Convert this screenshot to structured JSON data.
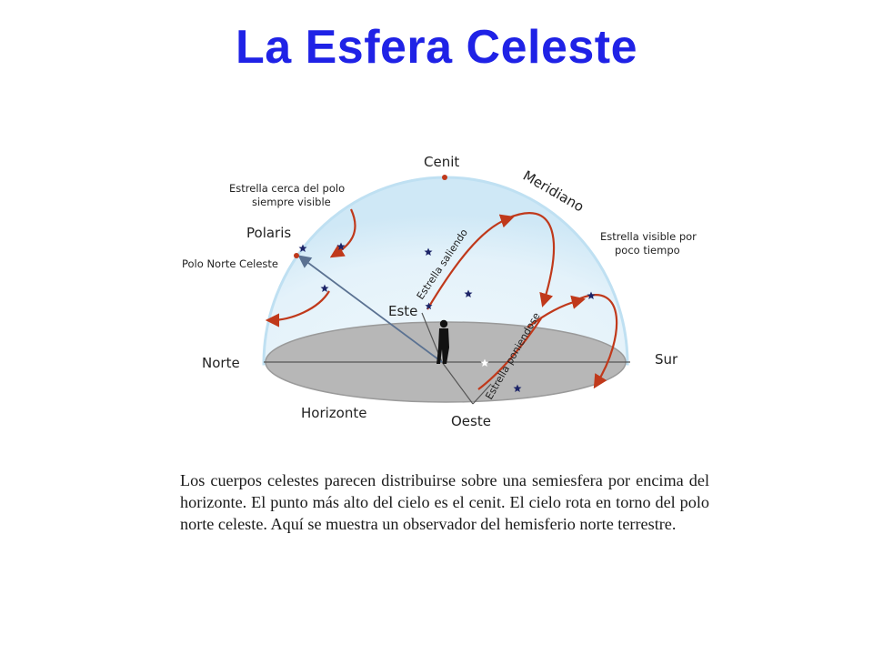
{
  "title": "La Esfera Celeste",
  "diagram": {
    "labels": {
      "cenit": "Cenit",
      "meridiano": "Meridiano",
      "estrella_polo_line1": "Estrella cerca del polo",
      "estrella_polo_line2": "siempre visible",
      "polaris": "Polaris",
      "polo_norte": "Polo Norte Celeste",
      "estrella_visible_line1": "Estrella visible por",
      "estrella_visible_line2": "poco tiempo",
      "estrella_saliendo": "Estrella saliendo",
      "estrella_poniendose": "Estrella poniendose",
      "este": "Este",
      "norte": "Norte",
      "sur": "Sur",
      "horizonte": "Horizonte",
      "oeste": "Oeste"
    },
    "colors": {
      "dome": "#e3f2fb",
      "dome_edge": "#bfe0f2",
      "horizon": "#b7b7b7",
      "horizon_edge": "#8e8e8e",
      "path": "#c0391b",
      "pole_axis": "#5b7292",
      "star": "#1c2468",
      "title": "#1f22e6"
    }
  },
  "caption": "Los cuerpos celestes parecen distribuirse sobre una semiesfera por encima del horizonte. El punto más alto del cielo es el cenit. El cielo rota en torno del polo norte celeste. Aquí se muestra un observador del hemisferio norte terrestre."
}
